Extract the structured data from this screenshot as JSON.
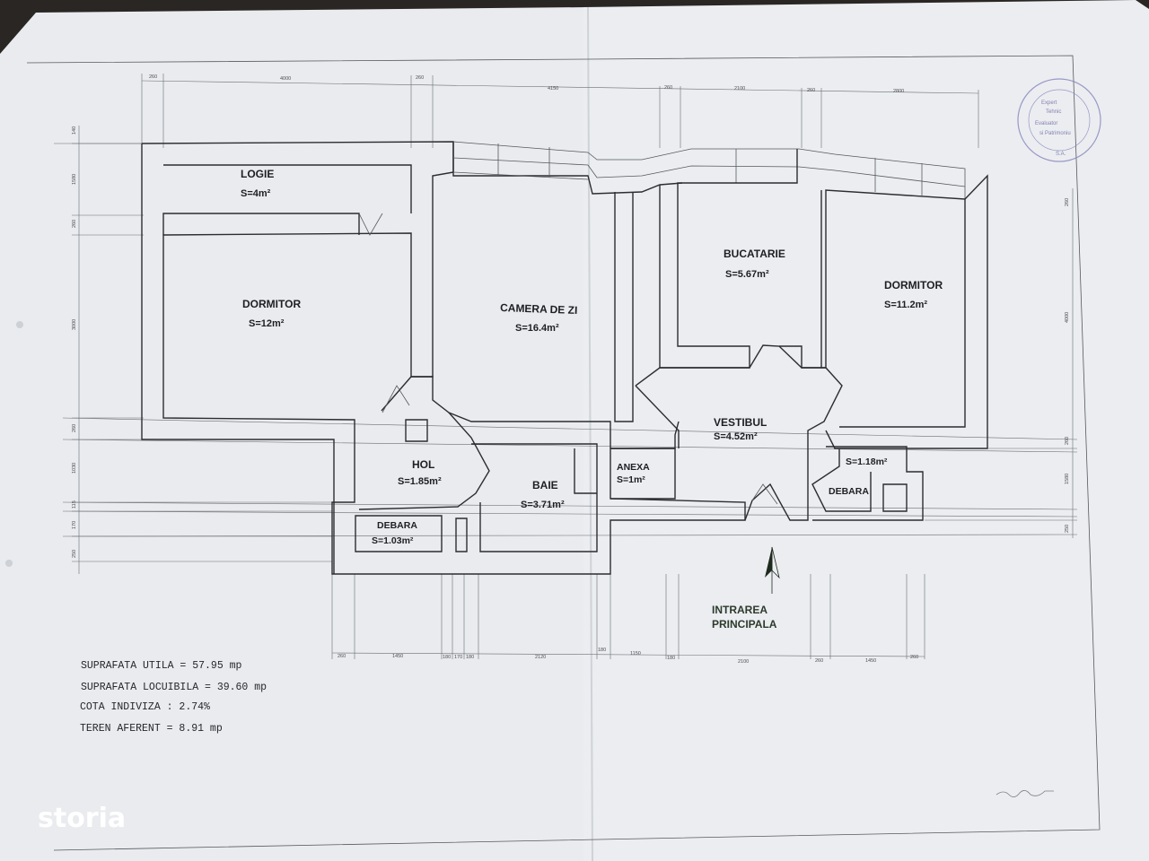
{
  "plan": {
    "rooms": [
      {
        "id": "logie",
        "name": "LOGIE",
        "area": "S=4m²"
      },
      {
        "id": "dormitor-1",
        "name": "DORMITOR",
        "area": "S=12m²"
      },
      {
        "id": "camera-de-zi",
        "name": "CAMERA DE ZI",
        "area": "S=16.4m²"
      },
      {
        "id": "bucatarie",
        "name": "BUCATARIE",
        "area": "S=5.67m²"
      },
      {
        "id": "dormitor-2",
        "name": "DORMITOR",
        "area": "S=11.2m²"
      },
      {
        "id": "vestibul",
        "name": "VESTIBUL",
        "area": "S=4.52m²"
      },
      {
        "id": "hol",
        "name": "HOL",
        "area": "S=1.85m²"
      },
      {
        "id": "baie",
        "name": "BAIE",
        "area": "S=3.71m²"
      },
      {
        "id": "anexa",
        "name": "ANEXA",
        "area": "S=1m²"
      },
      {
        "id": "debara-1",
        "name": "DEBARA",
        "area": "S=1.03m²"
      },
      {
        "id": "debara-2",
        "name": "DEBARA",
        "area": "S=1.18m²"
      }
    ],
    "entrance": [
      "INTRAREA",
      "PRINCIPALA"
    ],
    "top_dimensions": [
      "260",
      "4000",
      "260",
      "4150",
      "260",
      "2100",
      "260",
      "2800"
    ],
    "bottom_dimensions": [
      "260",
      "1450",
      "180",
      "170",
      "180",
      "2120",
      "180",
      "1150",
      "180",
      "2100",
      "260",
      "1450",
      "260"
    ],
    "left_dimensions": [
      "140",
      "1580",
      "260",
      "3000",
      "260",
      "1030",
      "115",
      "170",
      "250"
    ],
    "summary": [
      "SUPRAFATA UTILA = 57.95 mp",
      "SUPRAFATA LOCUIBILA = 39.60 mp",
      "COTA INDIVIZA : 2.74%",
      "TEREN AFERENT = 8.91 mp"
    ],
    "stamp": [
      "Expert",
      "Tehnic",
      "Evaluator",
      "si Patrimoniu",
      "S.A."
    ]
  },
  "brand": {
    "logo_text": "storia"
  },
  "colors": {
    "paper": "#e9ebee",
    "ink": "#2b2d31",
    "stamp": "#6e6ea8",
    "background": "#2a2623"
  }
}
